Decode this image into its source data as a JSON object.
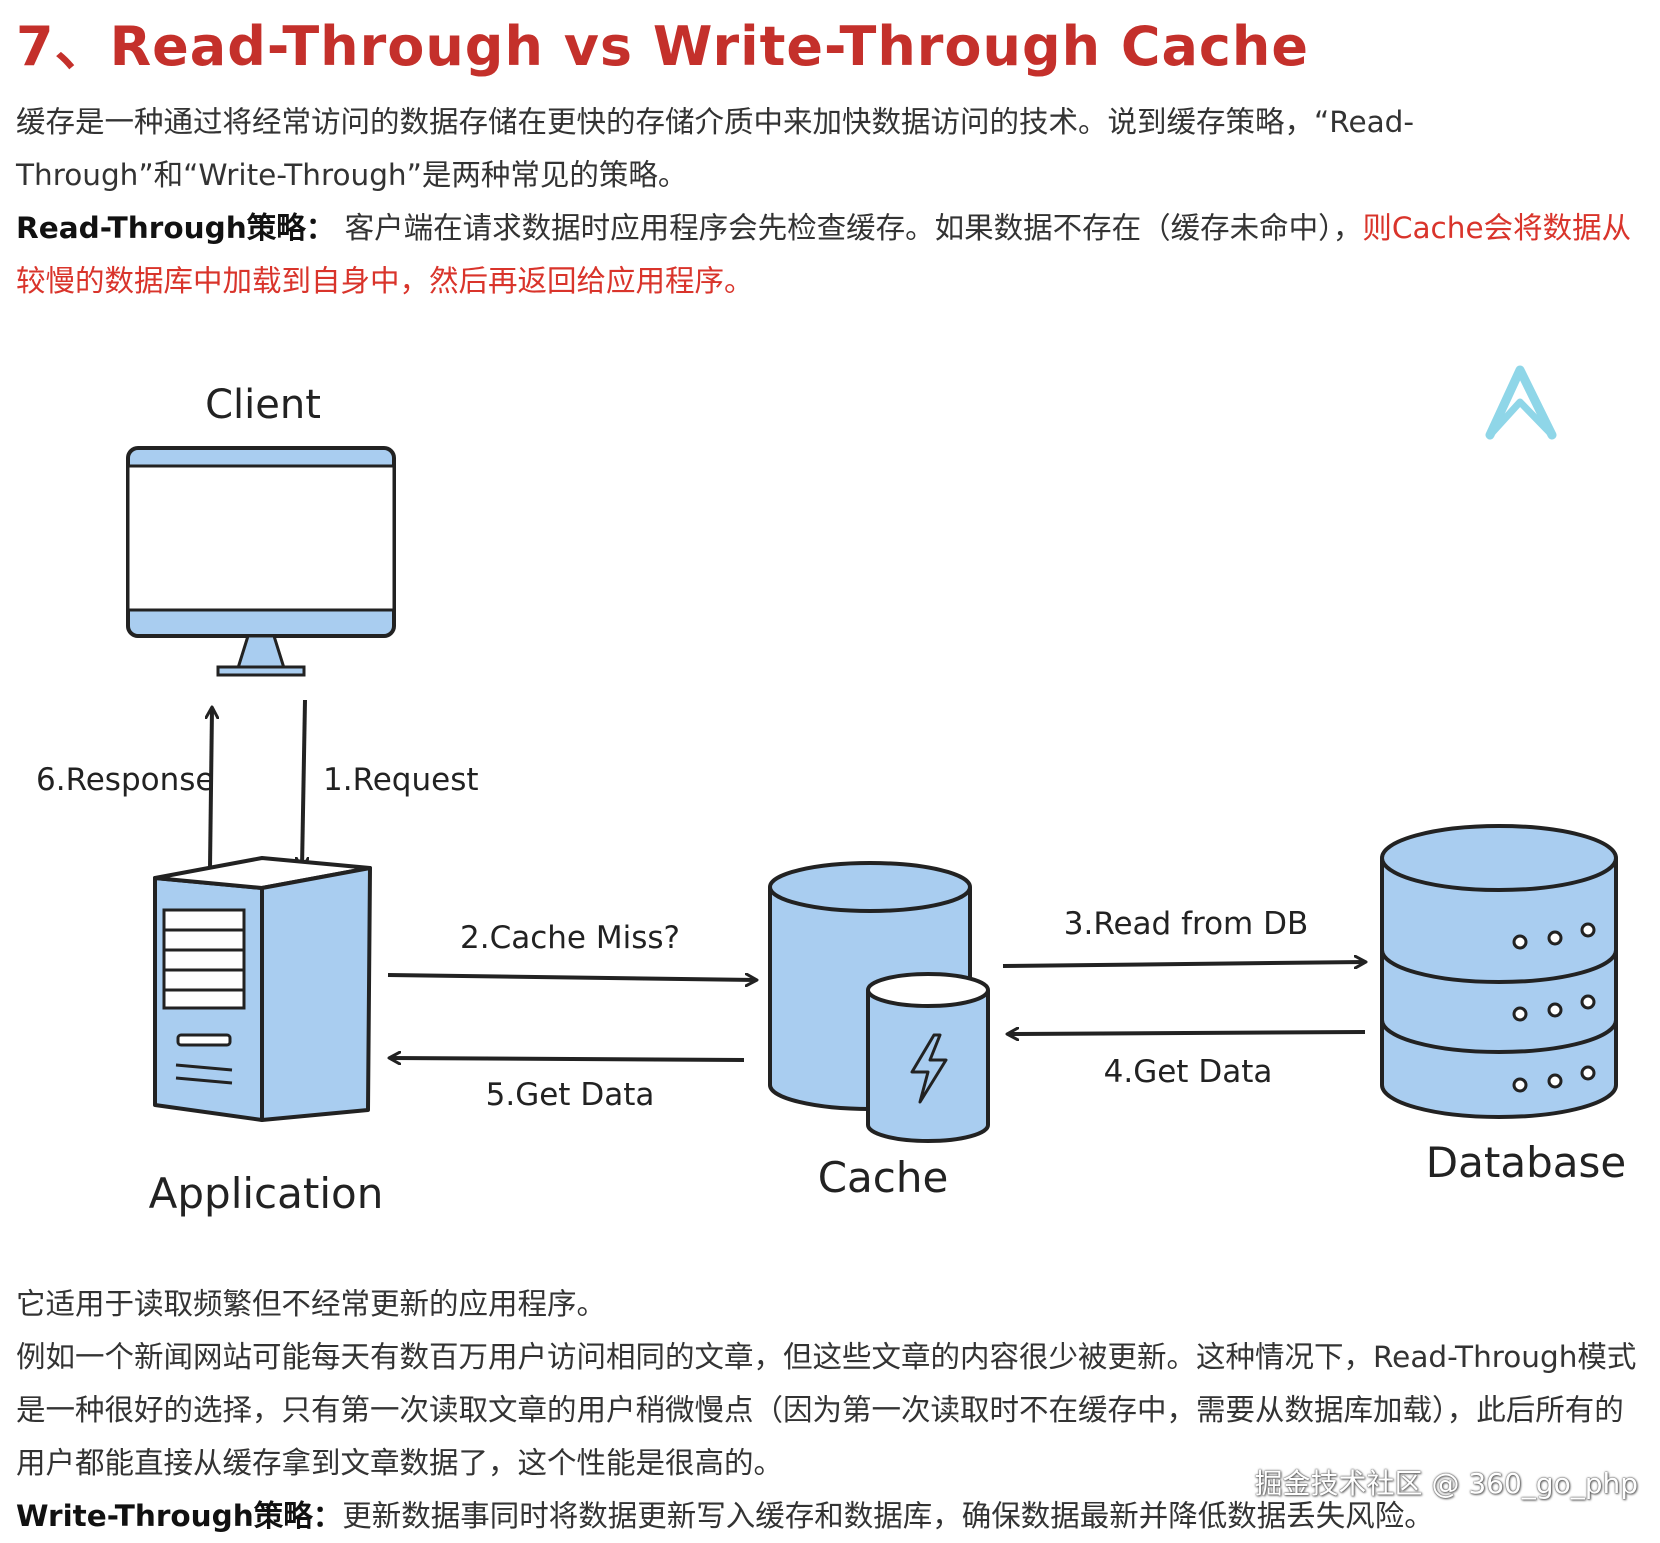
{
  "heading": "7、Read-Through vs Write-Through Cache",
  "intro": {
    "text": "缓存是一种通过将经常访问的数据存储在更快的存储介质中来加快数据访问的技术。说到缓存策略，“Read-Through”和“Write-Through”是两种常见的策略。"
  },
  "read_through": {
    "label": "Read-Through策略：",
    "text": " 客户端在请求数据时应用程序会先检查缓存。如果数据不存在（缓存未命中），",
    "highlight": "则Cache会将数据从较慢的数据库中加载到自身中，然后再返回给应用程序。"
  },
  "diagram": {
    "client_label": "Client",
    "application_label": "Application",
    "cache_label": "Cache",
    "database_label": "Database",
    "arrows": {
      "request": "1.Request",
      "cache_miss": "2.Cache Miss?",
      "read_from_db": "3.Read from DB",
      "get_data_db": "4.Get Data",
      "get_data_cache": "5.Get Data",
      "response": "6.Response"
    },
    "colors": {
      "fill": "#a9cdf0",
      "stroke": "#222222",
      "logo": "#8fd6e8"
    }
  },
  "usage": {
    "line1": "它适用于读取频繁但不经常更新的应用程序。",
    "line2": "例如一个新闻网站可能每天有数百万用户访问相同的文章，但这些文章的内容很少被更新。这种情况下，Read-Through模式是一种很好的选择，只有第一次读取文章的用户稍微慢点（因为第一次读取时不在缓存中，需要从数据库加载），此后所有的用户都能直接从缓存拿到文章数据了，这个性能是很高的。"
  },
  "write_through": {
    "label": "Write-Through策略：",
    "text": "更新数据事同时将数据更新写入缓存和数据库，确保数据最新并降低数据丢失风险。"
  },
  "watermark": "掘金技术社区 @ 360_go_php"
}
